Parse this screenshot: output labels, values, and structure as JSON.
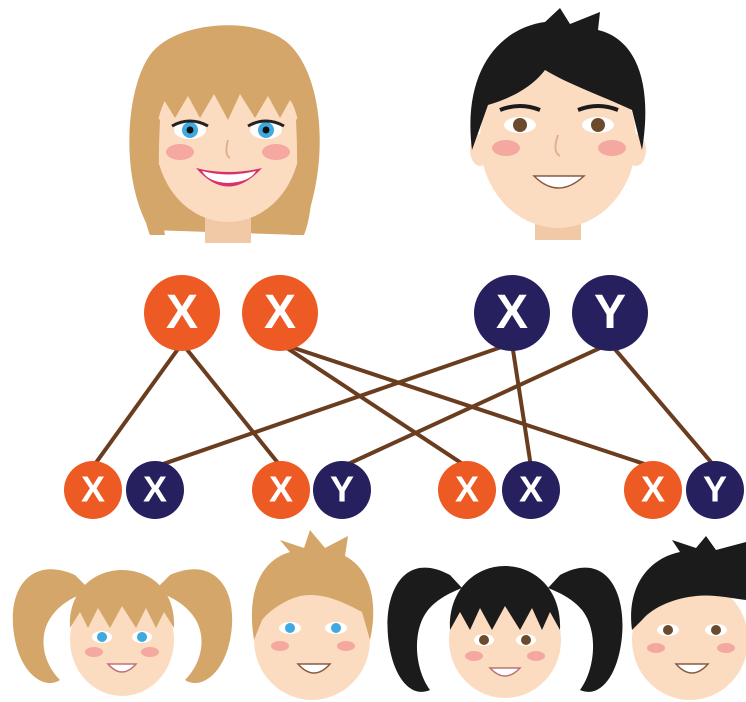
{
  "colors": {
    "female": "#ee5a24",
    "male": "#26205e",
    "line": "#6b3d1f",
    "skin": "#fbdcc0",
    "cheek": "#f4a8a0",
    "blonde": "#d4a66a",
    "black": "#1b1b1b",
    "blueEye": "#3fa9e0",
    "brownEye": "#6b4a2e"
  },
  "parents": [
    {
      "chromosomes": [
        "X",
        "X"
      ],
      "sex": "female"
    },
    {
      "chromosomes": [
        "X",
        "Y"
      ],
      "sex": "male"
    }
  ],
  "offspring": [
    {
      "chromosomes": [
        "X",
        "X"
      ],
      "sex": "female",
      "hair": "blonde"
    },
    {
      "chromosomes": [
        "X",
        "Y"
      ],
      "sex": "male",
      "hair": "blonde"
    },
    {
      "chromosomes": [
        "X",
        "X"
      ],
      "sex": "female",
      "hair": "black"
    },
    {
      "chromosomes": [
        "X",
        "Y"
      ],
      "sex": "male",
      "hair": "black"
    }
  ],
  "crosses": [
    {
      "from": [
        0,
        0
      ],
      "to": [
        0,
        0
      ]
    },
    {
      "from": [
        0,
        0
      ],
      "to": [
        1,
        0
      ]
    },
    {
      "from": [
        0,
        1
      ],
      "to": [
        2,
        0
      ]
    },
    {
      "from": [
        0,
        1
      ],
      "to": [
        3,
        0
      ]
    },
    {
      "from": [
        1,
        0
      ],
      "to": [
        0,
        1
      ]
    },
    {
      "from": [
        1,
        0
      ],
      "to": [
        2,
        1
      ]
    },
    {
      "from": [
        1,
        1
      ],
      "to": [
        1,
        1
      ]
    },
    {
      "from": [
        1,
        1
      ],
      "to": [
        3,
        1
      ]
    }
  ]
}
